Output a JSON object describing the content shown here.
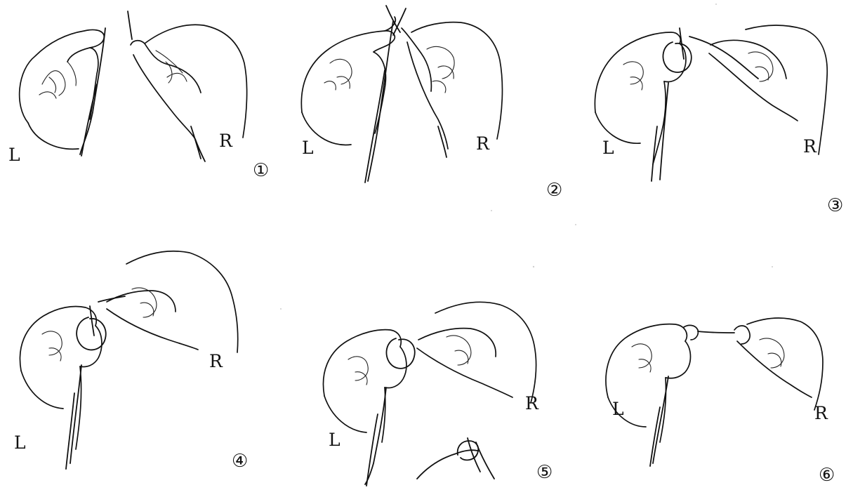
{
  "panels": [
    {
      "number": "①",
      "left_label": "L",
      "right_label": "R"
    },
    {
      "number": "②",
      "left_label": "L",
      "right_label": "R"
    },
    {
      "number": "③",
      "left_label": "L",
      "right_label": "R"
    },
    {
      "number": "④",
      "left_label": "L",
      "right_label": "R"
    },
    {
      "number": "⑤",
      "left_label": "L",
      "right_label": "R"
    },
    {
      "number": "⑥",
      "left_label": "L",
      "right_label": "R"
    }
  ],
  "colors": {
    "ink": "#111111",
    "paper": "#ffffff"
  }
}
